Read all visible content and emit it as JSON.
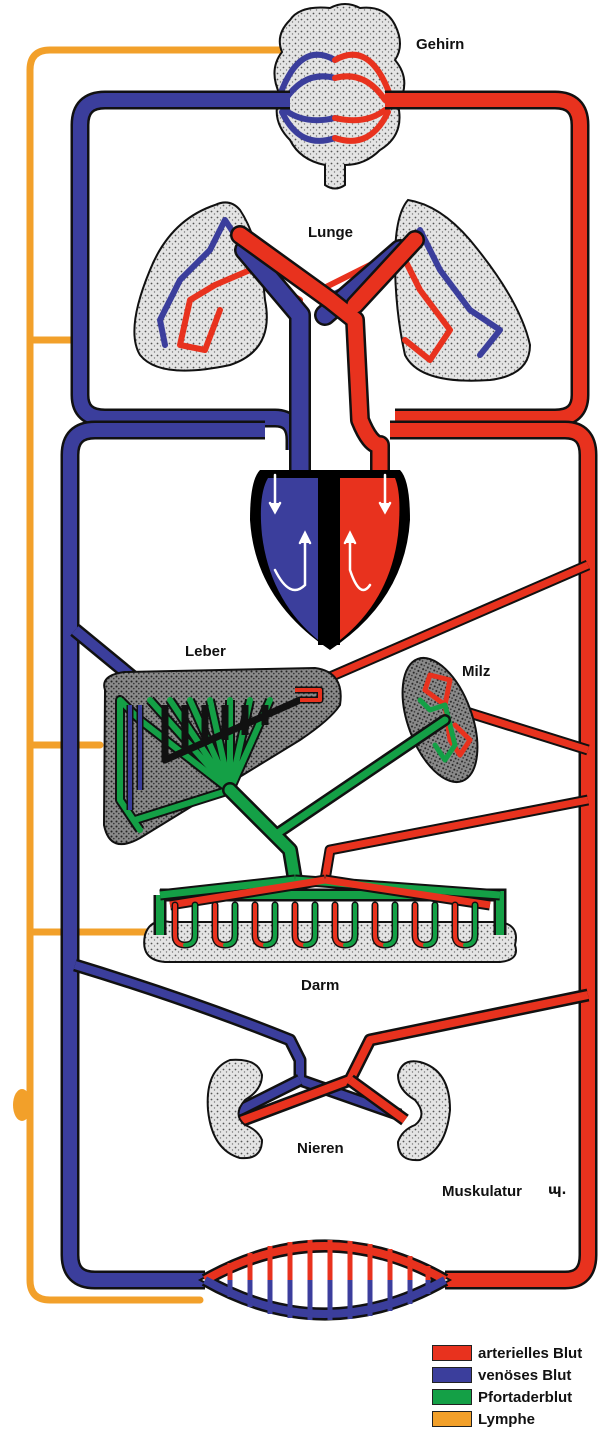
{
  "labels": {
    "brain": "Gehirn",
    "lung": "Lunge",
    "liver": "Leber",
    "spleen": "Milz",
    "intestine": "Darm",
    "kidneys": "Nieren",
    "muscles": "Muskulatur"
  },
  "signature": "ɰ.",
  "legend": [
    {
      "label": "arterielles Blut",
      "color": "#e8321e"
    },
    {
      "label": "venöses Blut",
      "color": "#3b3e9c"
    },
    {
      "label": "Pfortaderblut",
      "color": "#14a046"
    },
    {
      "label": "Lymphe",
      "color": "#f2a02a"
    }
  ],
  "colors": {
    "arterial": "#e8321e",
    "venous": "#3b3e9c",
    "portal": "#14a046",
    "lymph": "#f2a02a",
    "heart_outline": "#000000",
    "organ_fill": "#dcdcdc"
  }
}
